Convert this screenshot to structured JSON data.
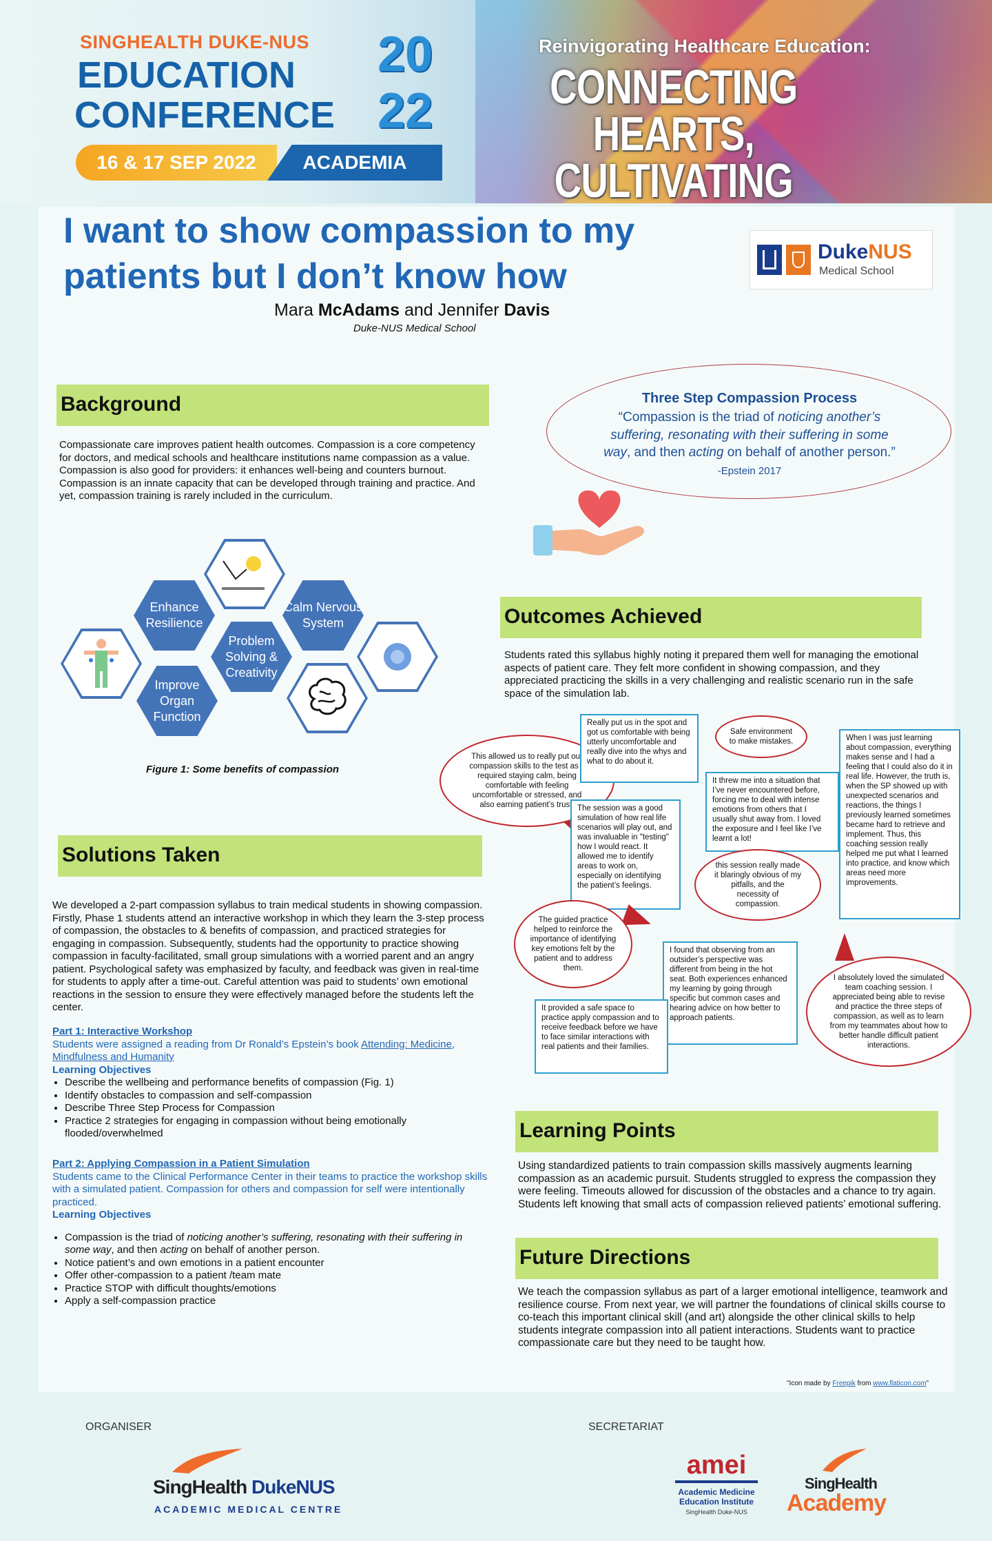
{
  "header": {
    "conference_line1": "SINGHEALTH DUKE-NUS",
    "conference_line2": "EDUCATION",
    "conference_line3": "CONFERENCE",
    "year_top": "20",
    "year_bottom": "22",
    "dates": "16 & 17 SEP 2022",
    "academia": "ACADEMIA",
    "theme_subtitle": "Reinvigorating Healthcare Education:",
    "theme_line1": "CONNECTING HEARTS,",
    "theme_line2": "CULTIVATING MINDS"
  },
  "poster": {
    "title_line1": "I want to show compassion to my",
    "title_line2": "patients but I don’t know how",
    "author1_first": "Mara ",
    "author1_last": "McAdams",
    "author_and": " and Jennifer ",
    "author2_last": "Davis",
    "affiliation": "Duke-NUS Medical School",
    "logo_name_duke": "Duke",
    "logo_name_nus": "NUS",
    "logo_sub": "Medical School"
  },
  "background": {
    "heading": "Background",
    "text": "Compassionate care improves patient health outcomes.  Compassion is a core competency for doctors, and medical schools and healthcare institutions name compassion as a value.  Compassion is also good for providers: it enhances well-being and counters burnout.  Compassion is an innate capacity that can be developed through training and practice.  And yet, compassion training is rarely included in the curriculum."
  },
  "figure": {
    "hex_enhance": "Enhance Resilience",
    "hex_calm": "Calm Nervous System",
    "hex_problem": "Problem Solving & Creativity",
    "hex_improve": "Improve Organ Function",
    "caption": "Figure 1: Some benefits of compassion"
  },
  "three_step": {
    "title": "Three Step Compassion Process",
    "q_open": "“Compassion is the triad of ",
    "q_noticing": "noticing another’s suffering, resonating with their suffering in some way",
    "q_mid": ", and then ",
    "q_acting": "acting",
    "q_end": " on behalf of another person.”",
    "cite": "-Epstein 2017"
  },
  "solutions": {
    "heading": "Solutions Taken",
    "text": "We developed a 2-part compassion syllabus to train medical students in showing compassion.  Firstly, Phase 1 students attend an interactive workshop in which they learn the 3-step process of compassion, the obstacles to & benefits of compassion, and practiced strategies for engaging in compassion. Subsequently,  students had the opportunity to practice showing compassion in faculty-facilitated, small group simulations with a worried parent and an angry patient.  Psychological safety was emphasized by faculty, and feedback was given in real-time for students to apply after a time-out. Careful attention was paid to students’ own emotional reactions in the session to ensure they were effectively managed before the students left the center.",
    "part1_title": "Part 1: Interactive Workshop",
    "part1_desc_pre": "Students were assigned a reading from Dr Ronald’s Epstein’s book ",
    "part1_book": "Attending:  Medicine, Mindfulness and Humanity",
    "objectives_label": "Learning Objectives",
    "part1_objectives": [
      "Describe the wellbeing and performance benefits of compassion (Fig. 1)",
      "Identify  obstacles to compassion and self-compassion",
      "Describe Three Step Process for Compassion",
      "Practice 2 strategies for engaging in compassion without being emotionally flooded/overwhelmed"
    ],
    "part2_title": "Part 2: Applying Compassion in a Patient Simulation",
    "part2_desc": "Students came to the Clinical Performance Center in their teams to practice the workshop skills with a simulated patient.  Compassion for others and compassion for self were intentionally  practiced.",
    "p2_obj1_a": "Compassion is the triad of ",
    "p2_obj1_b": "noticing another’s suffering, resonating with their suffering in some way",
    "p2_obj1_c": ",  and then ",
    "p2_obj1_d": "acting",
    "p2_obj1_e": " on behalf of another person.",
    "part2_objectives_rest": [
      "Notice patient’s and own emotions in a patient encounter",
      "Offer other-compassion to a patient /team mate",
      "Practice STOP with difficult thoughts/emotions",
      "Apply a self-compassion practice"
    ]
  },
  "outcomes": {
    "heading": "Outcomes Achieved",
    "text": "Students rated this syllabus highly noting it prepared them well for managing the emotional aspects of patient care.  They felt more confident in showing compassion, and they appreciated practicing the skills in a very challenging and realistic scenario run in the safe space of the simulation lab.",
    "quotes": {
      "q1": "This allowed us to really put our compassion skills to the test as it required staying calm, being comfortable with feeling uncomfortable or stressed, and also earning patient’s trust.",
      "q2": "Really put us in the spot and got us comfortable with being utterly uncomfortable and really dive into the whys and what to do about it.",
      "q3": "Safe environment to make mistakes.",
      "q4": "When I was just learning about compassion, everything makes sense and I had a feeling that I could also do it in real life. However, the truth is, when the SP showed up with unexpected  scenarios and reactions, the things I previously learned sometimes became hard to retrieve and implement. Thus, this coaching session really helped me put what I learned into practice, and know which areas need more improvements.",
      "q5": "The session was a good simulation of how real life scenarios will play out, and was invaluable in \"testing\" how I would react. It allowed me to identify areas to work on, especially on identifying the patient’s feelings.",
      "q6": "It threw me into a situation that I’ve never encountered before, forcing me to deal with intense emotions from others that I usually shut away from. I loved the exposure and I feel like I’ve learnt a lot!",
      "q7": "this session really made it blaringly obvious of my pitfalls, and the necessity of compassion.",
      "q8": "The guided practice helped to reinforce the importance of identifying key emotions felt by the patient and to address them.",
      "q9": "I found that observing from an outsider’s perspective was different from being in the hot seat. Both experiences enhanced my learning by going through specific but common cases and hearing advice on how better to approach patients.",
      "q10": "It provided a safe space to practice apply compassion and to receive feedback before we have to face similar interactions with real patients and their families.",
      "q11": "I absolutely loved the simulated team coaching session. I appreciated being able to revise and practice the three steps of compassion, as well as to learn from my teammates about how to better handle difficult patient interactions."
    }
  },
  "learning_points": {
    "heading": "Learning Points",
    "text": "Using standardized patients to train compassion skills massively augments learning compassion as an academic pursuit.  Students struggled to express the compassion they were feeling.  Timeouts allowed for discussion of the obstacles and a chance to try again.  Students left knowing that small acts of compassion relieved patients’ emotional suffering."
  },
  "future": {
    "heading": "Future Directions",
    "text": "We teach the compassion syllabus as part of a larger emotional intelligence, teamwork and resilience course.  From next year, we will partner the foundations of clinical skills course to co-teach this important clinical skill (and art) alongside the other clinical skills to help students integrate compassion into all patient interactions.  Students want to practice compassionate care but they need to be taught how."
  },
  "credit": {
    "pre": "\"Icon made by ",
    "author": "Freepik",
    "mid": " from ",
    "site": "www.flaticon.com",
    "post": "\""
  },
  "footer": {
    "organiser_label": "ORGANISER",
    "secretariat_label": "SECRETARIAT",
    "org_singhealth": "SingHealth",
    "org_dukenus": "DukeNUS",
    "org_amc": "ACADEMIC MEDICAL CENTRE",
    "amei_logo": "amei",
    "amei_name": "Academic Medicine Education Institute",
    "amei_sub": "SingHealth  Duke-NUS",
    "academy_singhealth": "SingHealth",
    "academy": "Academy"
  },
  "colors": {
    "accent_blue": "#2167b5",
    "section_green": "#c2e27a",
    "bubble_red": "#c0272d",
    "bubble_blue": "#2a9fcf"
  }
}
